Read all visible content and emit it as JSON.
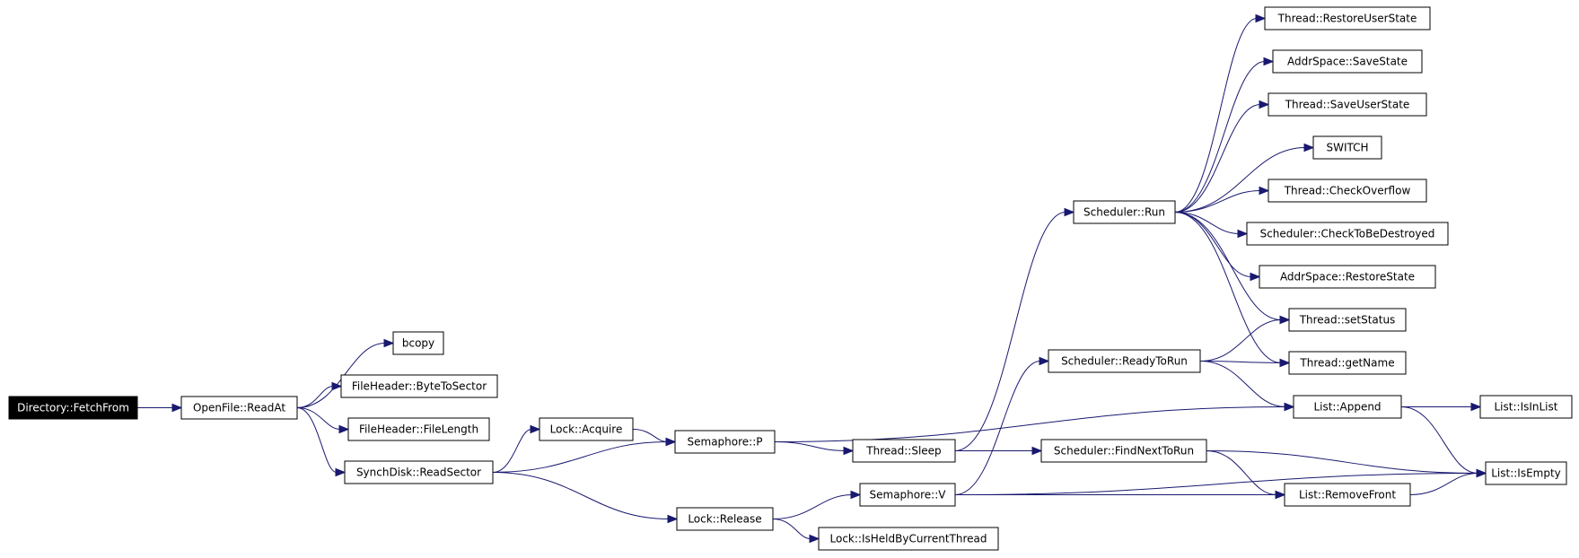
{
  "graph": {
    "root": "fetch_from",
    "colors": {
      "edge": "#191970",
      "root_fill": "#000000",
      "root_text": "#ffffff",
      "node_border": "#000000"
    },
    "nodes": [
      {
        "id": "fetch_from",
        "label": "Directory::FetchFrom"
      },
      {
        "id": "readat",
        "label": "OpenFile::ReadAt"
      },
      {
        "id": "bcopy",
        "label": "bcopy"
      },
      {
        "id": "byte_to_sector",
        "label": "FileHeader::ByteToSector"
      },
      {
        "id": "file_length",
        "label": "FileHeader::FileLength"
      },
      {
        "id": "read_sector",
        "label": "SynchDisk::ReadSector"
      },
      {
        "id": "lock_acquire",
        "label": "Lock::Acquire"
      },
      {
        "id": "sem_p",
        "label": "Semaphore::P"
      },
      {
        "id": "lock_release",
        "label": "Lock::Release"
      },
      {
        "id": "thread_sleep",
        "label": "Thread::Sleep"
      },
      {
        "id": "sem_v",
        "label": "Semaphore::V"
      },
      {
        "id": "held_by_current",
        "label": "Lock::IsHeldByCurrentThread"
      },
      {
        "id": "sched_run",
        "label": "Scheduler::Run"
      },
      {
        "id": "ready_to_run",
        "label": "Scheduler::ReadyToRun"
      },
      {
        "id": "find_next",
        "label": "Scheduler::FindNextToRun"
      },
      {
        "id": "restore_user",
        "label": "Thread::RestoreUserState"
      },
      {
        "id": "as_save",
        "label": "AddrSpace::SaveState"
      },
      {
        "id": "save_user",
        "label": "Thread::SaveUserState"
      },
      {
        "id": "switch",
        "label": "SWITCH"
      },
      {
        "id": "check_overflow",
        "label": "Thread::CheckOverflow"
      },
      {
        "id": "check_destroyed",
        "label": "Scheduler::CheckToBeDestroyed"
      },
      {
        "id": "as_restore",
        "label": "AddrSpace::RestoreState"
      },
      {
        "id": "set_status",
        "label": "Thread::setStatus"
      },
      {
        "id": "get_name",
        "label": "Thread::getName"
      },
      {
        "id": "list_append",
        "label": "List::Append"
      },
      {
        "id": "remove_front",
        "label": "List::RemoveFront"
      },
      {
        "id": "is_in_list",
        "label": "List::IsInList"
      },
      {
        "id": "is_empty",
        "label": "List::IsEmpty"
      }
    ],
    "edges": [
      {
        "from": "fetch_from",
        "to": "readat"
      },
      {
        "from": "readat",
        "to": "bcopy"
      },
      {
        "from": "readat",
        "to": "byte_to_sector"
      },
      {
        "from": "readat",
        "to": "file_length"
      },
      {
        "from": "readat",
        "to": "read_sector"
      },
      {
        "from": "read_sector",
        "to": "lock_acquire"
      },
      {
        "from": "read_sector",
        "to": "sem_p"
      },
      {
        "from": "read_sector",
        "to": "lock_release"
      },
      {
        "from": "lock_acquire",
        "to": "sem_p"
      },
      {
        "from": "sem_p",
        "to": "thread_sleep"
      },
      {
        "from": "sem_p",
        "to": "list_append"
      },
      {
        "from": "lock_release",
        "to": "sem_v"
      },
      {
        "from": "lock_release",
        "to": "held_by_current"
      },
      {
        "from": "thread_sleep",
        "to": "sched_run"
      },
      {
        "from": "thread_sleep",
        "to": "find_next"
      },
      {
        "from": "sem_v",
        "to": "ready_to_run"
      },
      {
        "from": "sem_v",
        "to": "remove_front"
      },
      {
        "from": "sem_v",
        "to": "is_empty"
      },
      {
        "from": "sched_run",
        "to": "restore_user"
      },
      {
        "from": "sched_run",
        "to": "as_save"
      },
      {
        "from": "sched_run",
        "to": "save_user"
      },
      {
        "from": "sched_run",
        "to": "switch"
      },
      {
        "from": "sched_run",
        "to": "check_overflow"
      },
      {
        "from": "sched_run",
        "to": "check_destroyed"
      },
      {
        "from": "sched_run",
        "to": "as_restore"
      },
      {
        "from": "sched_run",
        "to": "set_status"
      },
      {
        "from": "sched_run",
        "to": "get_name"
      },
      {
        "from": "ready_to_run",
        "to": "set_status"
      },
      {
        "from": "ready_to_run",
        "to": "get_name"
      },
      {
        "from": "ready_to_run",
        "to": "list_append"
      },
      {
        "from": "find_next",
        "to": "remove_front"
      },
      {
        "from": "find_next",
        "to": "is_empty"
      },
      {
        "from": "list_append",
        "to": "is_in_list"
      },
      {
        "from": "list_append",
        "to": "is_empty"
      },
      {
        "from": "remove_front",
        "to": "is_empty"
      }
    ]
  }
}
